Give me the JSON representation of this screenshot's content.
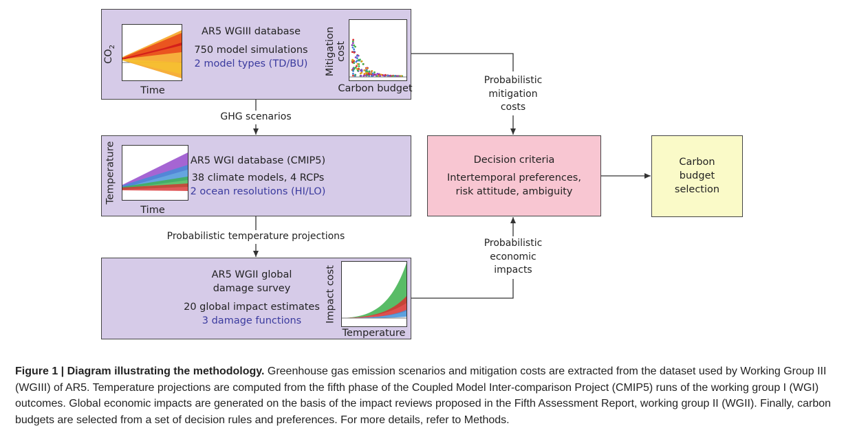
{
  "box1": {
    "title": "AR5 WGIII database",
    "line2": "750 model simulations",
    "line3": "2 model types (TD/BU)",
    "left_plot": {
      "ylabel": "CO",
      "ylabel_sub": "2",
      "xlabel": "Time"
    },
    "right_plot": {
      "ylabel_line1": "Mitigation",
      "ylabel_line2": "cost",
      "xlabel": "Carbon budget"
    }
  },
  "box2": {
    "title": "AR5 WGI database (CMIP5)",
    "line2": "38 climate models, 4 RCPs",
    "line3": "2 ocean resolutions (HI/LO)",
    "plot": {
      "ylabel": "Temperature",
      "xlabel": "Time"
    }
  },
  "box3": {
    "title_line1": "AR5 WGII global",
    "title_line2": "damage survey",
    "line2": "20 global impact estimates",
    "line3": "3 damage functions",
    "plot": {
      "ylabel": "Impact cost",
      "xlabel": "Temperature"
    }
  },
  "decision": {
    "title": "Decision criteria",
    "line1": "Intertemporal preferences,",
    "line2": "risk attitude, ambiguity"
  },
  "budget": {
    "line1": "Carbon",
    "line2": "budget",
    "line3": "selection"
  },
  "labels": {
    "ghg": "GHG scenarios",
    "temp_proj": "Probabilistic temperature projections",
    "mitig_1": "Probabilistic",
    "mitig_2": "mitigation",
    "mitig_3": "costs",
    "econ_1": "Probabilistic",
    "econ_2": "economic",
    "econ_3": "impacts"
  },
  "caption": {
    "bold": "Figure 1 | Diagram illustrating the methodology.",
    "text": " Greenhouse gas emission scenarios and mitigation costs are extracted from the dataset used by Working Group III (WGIII) of AR5. Temperature projections are computed from the fifth phase of the Coupled Model Inter-comparison Project (CMIP5) runs of the working group I (WGI) outcomes. Global economic impacts are generated on the basis of the impact reviews proposed in the Fifth Assessment Report, working group II (WGII). Finally, carbon budgets are selected from a set of decision rules and preferences. For more details, refer to Methods."
  },
  "colors": {
    "purple_box": "#d6cbe8",
    "pink_box": "#f8c6d2",
    "yellow_box": "#fafac8",
    "blue_text": "#3a3a9e"
  }
}
